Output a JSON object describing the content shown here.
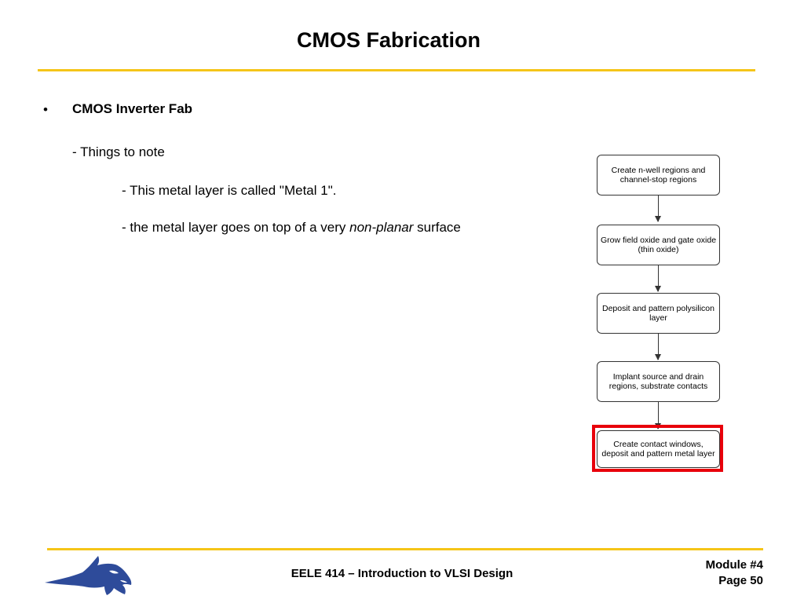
{
  "slide": {
    "title": "CMOS Fabrication",
    "bullet": "•",
    "heading": "CMOS Inverter Fab",
    "line1": "- Things to note",
    "line2": "- This metal layer is called \"Metal 1\".",
    "line3_prefix": "- the metal layer goes on top of a very ",
    "line3_emphasis": "non-planar",
    "line3_suffix": " surface"
  },
  "flowchart": {
    "steps": [
      "Create n-well regions and channel-stop regions",
      "Grow field oxide and gate oxide (thin oxide)",
      "Deposit and pattern polysilicon layer",
      "Implant source and drain regions, substrate contacts",
      "Create contact windows, deposit and pattern metal layer"
    ],
    "highlighted_step": 4,
    "highlight_color": "#e8000b"
  },
  "footer": {
    "course": "EELE 414 – Introduction to VLSI Design",
    "module": "Module #4",
    "page": "Page 50",
    "logo": "bobcat-logo"
  },
  "colors": {
    "rule": "#f5c518",
    "logo": "#2e4b9a"
  }
}
